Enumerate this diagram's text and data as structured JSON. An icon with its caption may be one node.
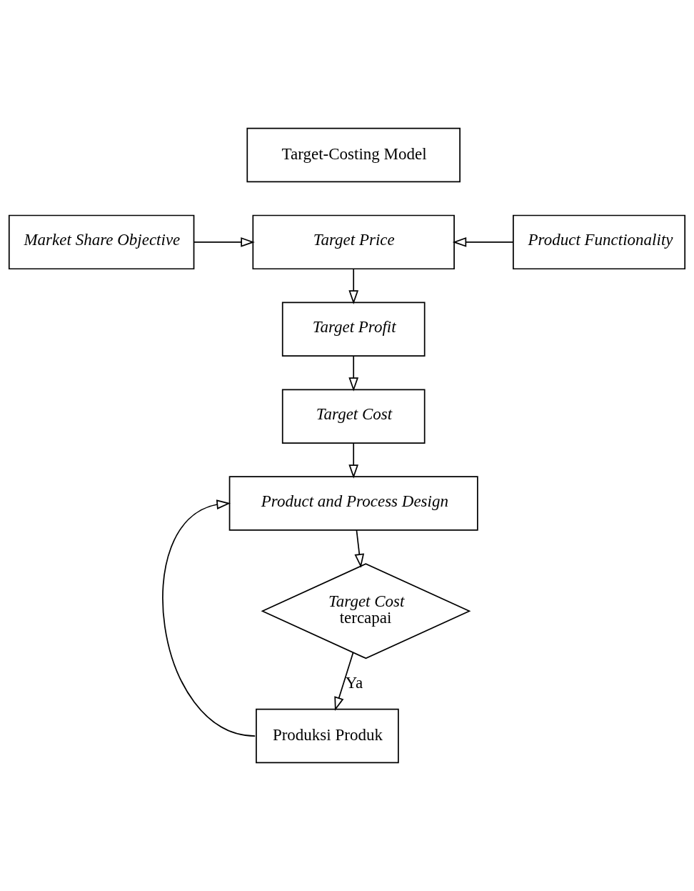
{
  "diagram": {
    "nodes": [
      {
        "text": [
          "Target-Costing Model"
        ]
      },
      {
        "text": [
          "Market Share Objective"
        ]
      },
      {
        "text": [
          "Target Price"
        ]
      },
      {
        "text": [
          "Product Functionality"
        ]
      },
      {
        "text": [
          "Target Profit"
        ]
      },
      {
        "text": [
          "Target Cost"
        ]
      },
      {
        "text": [
          "Product and Process Design"
        ]
      },
      {
        "text": [
          "Target Cost",
          "tercapai"
        ]
      },
      {
        "text": [
          "Produksi Produk"
        ]
      }
    ],
    "edges": [
      {
        "from": 1,
        "to": 2,
        "arrow": "to"
      },
      {
        "from": 3,
        "to": 2,
        "arrow": "to"
      },
      {
        "from": 2,
        "to": 4,
        "arrow": "to"
      },
      {
        "from": 4,
        "to": 5,
        "arrow": "to"
      },
      {
        "from": 5,
        "to": 6,
        "arrow": "to"
      },
      {
        "from": 6,
        "to": 7,
        "arrow": "to"
      },
      {
        "from": 7,
        "to": 8,
        "arrow": "to",
        "label": "Ya"
      },
      {
        "from": 8,
        "to": 6,
        "arrow": "to"
      }
    ]
  }
}
